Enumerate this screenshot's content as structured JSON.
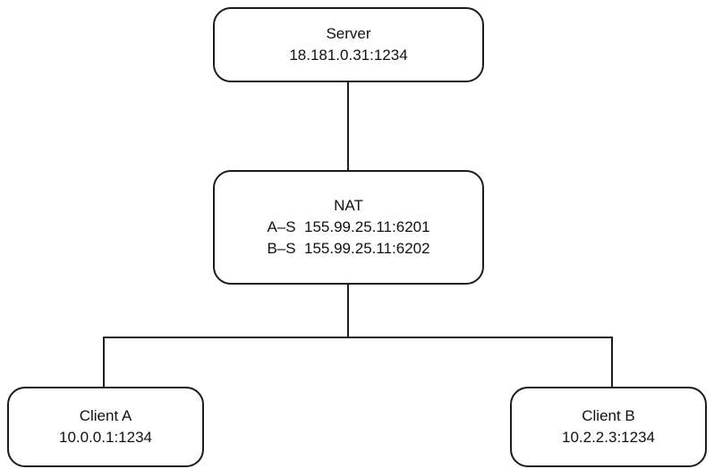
{
  "diagram": {
    "nodes": {
      "server": {
        "name": "Server",
        "address": "18.181.0.31:1234"
      },
      "nat": {
        "name": "NAT",
        "mapping_a": "A–S  155.99.25.11:6201",
        "mapping_b": "B–S  155.99.25.11:6202"
      },
      "client_a": {
        "name": "Client A",
        "address": "10.0.0.1:1234"
      },
      "client_b": {
        "name": "Client B",
        "address": "10.2.2.3:1234"
      }
    },
    "colors": {
      "stroke": "#1c1c1c",
      "background": "#ffffff",
      "text": "#111111"
    }
  }
}
